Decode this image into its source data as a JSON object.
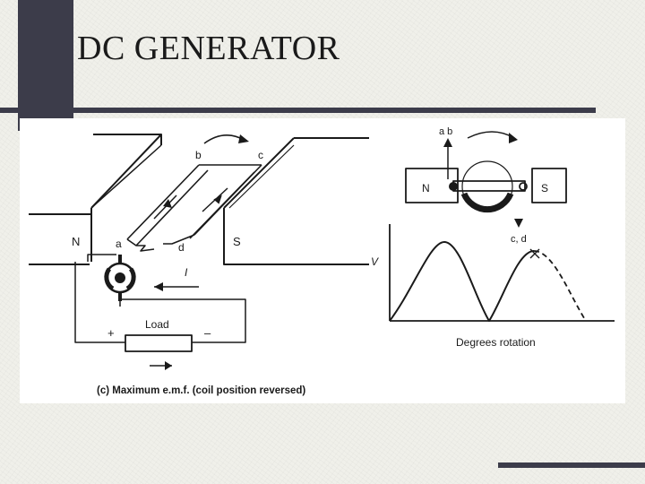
{
  "slide": {
    "title": "DC GENERATOR"
  },
  "diagram": {
    "coil_labels": {
      "a": "a",
      "b": "b",
      "c": "c",
      "d": "d"
    },
    "pole_north": "N",
    "pole_south": "S",
    "current_symbol": "I",
    "load_label": "Load",
    "plus_sign": "+",
    "minus_sign": "–",
    "caption": "(c) Maximum e.m.f. (coil position reversed)",
    "end_view": {
      "top_label": "a b",
      "bottom_label": "c, d",
      "pole_north": "N",
      "pole_south": "S"
    },
    "graph": {
      "y_label": "V",
      "x_label": "Degrees rotation"
    }
  }
}
